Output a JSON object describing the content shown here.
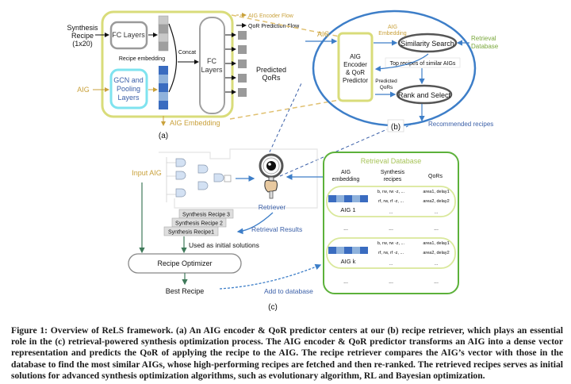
{
  "panel_a": {
    "label": "(a)",
    "synthesis_recipe_label": [
      "Synthesis",
      "Recipe",
      "(1x20)"
    ],
    "aig_input_label": "AIG",
    "fc_layers_label": "FC Layers",
    "gcn_label": [
      "GCN and",
      "Pooling",
      "Layers"
    ],
    "recipe_embedding_label": "Recipe embedding",
    "concat_label": "Concat",
    "fc_layers_big_label": [
      "FC",
      "Layers"
    ],
    "predicted_qors_label": [
      "Predicted",
      "QoRs"
    ],
    "aig_embedding_label": "AIG Embedding",
    "legend": {
      "encoder_flow": "AIG Encoder Flow",
      "qor_flow": "QoR Prediction Flow"
    }
  },
  "panel_b": {
    "label": "(b)",
    "aig_label": "AIG",
    "aig_embedding_label": [
      "AIG",
      "Embedding"
    ],
    "encoder_box_label": [
      "AIG",
      "Encoder",
      "& QoR",
      "Predictor"
    ],
    "similarity_search": "Similarity Search",
    "retrieval_database": [
      "Retrieval",
      "Database"
    ],
    "top_recipes": "Top recipes of similar AIGs",
    "predicted_qors": [
      "Predicted",
      "QoRs"
    ],
    "rank_select": "Rank and Select",
    "recommended": "Recommended recipes"
  },
  "panel_c": {
    "label": "(c)",
    "input_aig": "Input AIG",
    "retriever": "Retriever",
    "retrieval_results": "Retrieval Results",
    "recipes": [
      "Synthesis Recipe 3",
      "Synthesis Recipe 2",
      "Synthesis Recipe1"
    ],
    "used_initial": "Used as initial solutions",
    "optimizer": "Recipe Optimizer",
    "best_recipe": "Best Recipe",
    "add_db": "Add to database"
  },
  "database": {
    "title": "Retrieval Database",
    "headers": [
      [
        "AIG",
        "embedding"
      ],
      [
        "Synthesis",
        "recipes"
      ],
      [
        "QoRs"
      ]
    ],
    "entries": [
      {
        "name": "AIG 1",
        "recipes": [
          "b, rw, rw -z, ...",
          "rf, rw, rf -z, ...",
          "..."
        ],
        "qors": [
          "area1, delay1",
          "area2, delay2",
          "..."
        ]
      },
      {
        "name": "AIG k",
        "recipes": [
          "b, rw, rw -z, ...",
          "rf, rw, rf -z, ...",
          "..."
        ],
        "qors": [
          "area1, delay1",
          "area2, delay2",
          "..."
        ]
      }
    ],
    "ellipsis": "..."
  },
  "colors": {
    "gold": "#c9a13b",
    "yellow_border": "#d9dc7a",
    "blue": "#3d7ec8",
    "dark_blue_cell": "#3a6cc0",
    "light_blue_cell": "#8fb2dc",
    "green": "#5cb13a",
    "green_text": "#7aa83c",
    "dark_green": "#3f7a5a",
    "cyan": "#7fe3ef",
    "gray": "#8e8e8e"
  },
  "caption": "Figure 1: Overview of ReLS framework. (a) An AIG encoder & QoR predictor centers at our (b) recipe retriever, which plays an essential role in the (c) retrieval-powered synthesis optimization process. The AIG encoder & QoR predictor transforms an AIG into a dense vector representation and predicts the QoR of applying the recipe to the AIG. The recipe retriever compares the AIG’s vector with those in the database to find the most similar AIGs, whose high-performing recipes are fetched and then re-ranked. The retrieved recipes serves as initial solutions for advanced synthesis optimization algorithms, such as evolutionary algorithm, RL and Bayesian optimization."
}
